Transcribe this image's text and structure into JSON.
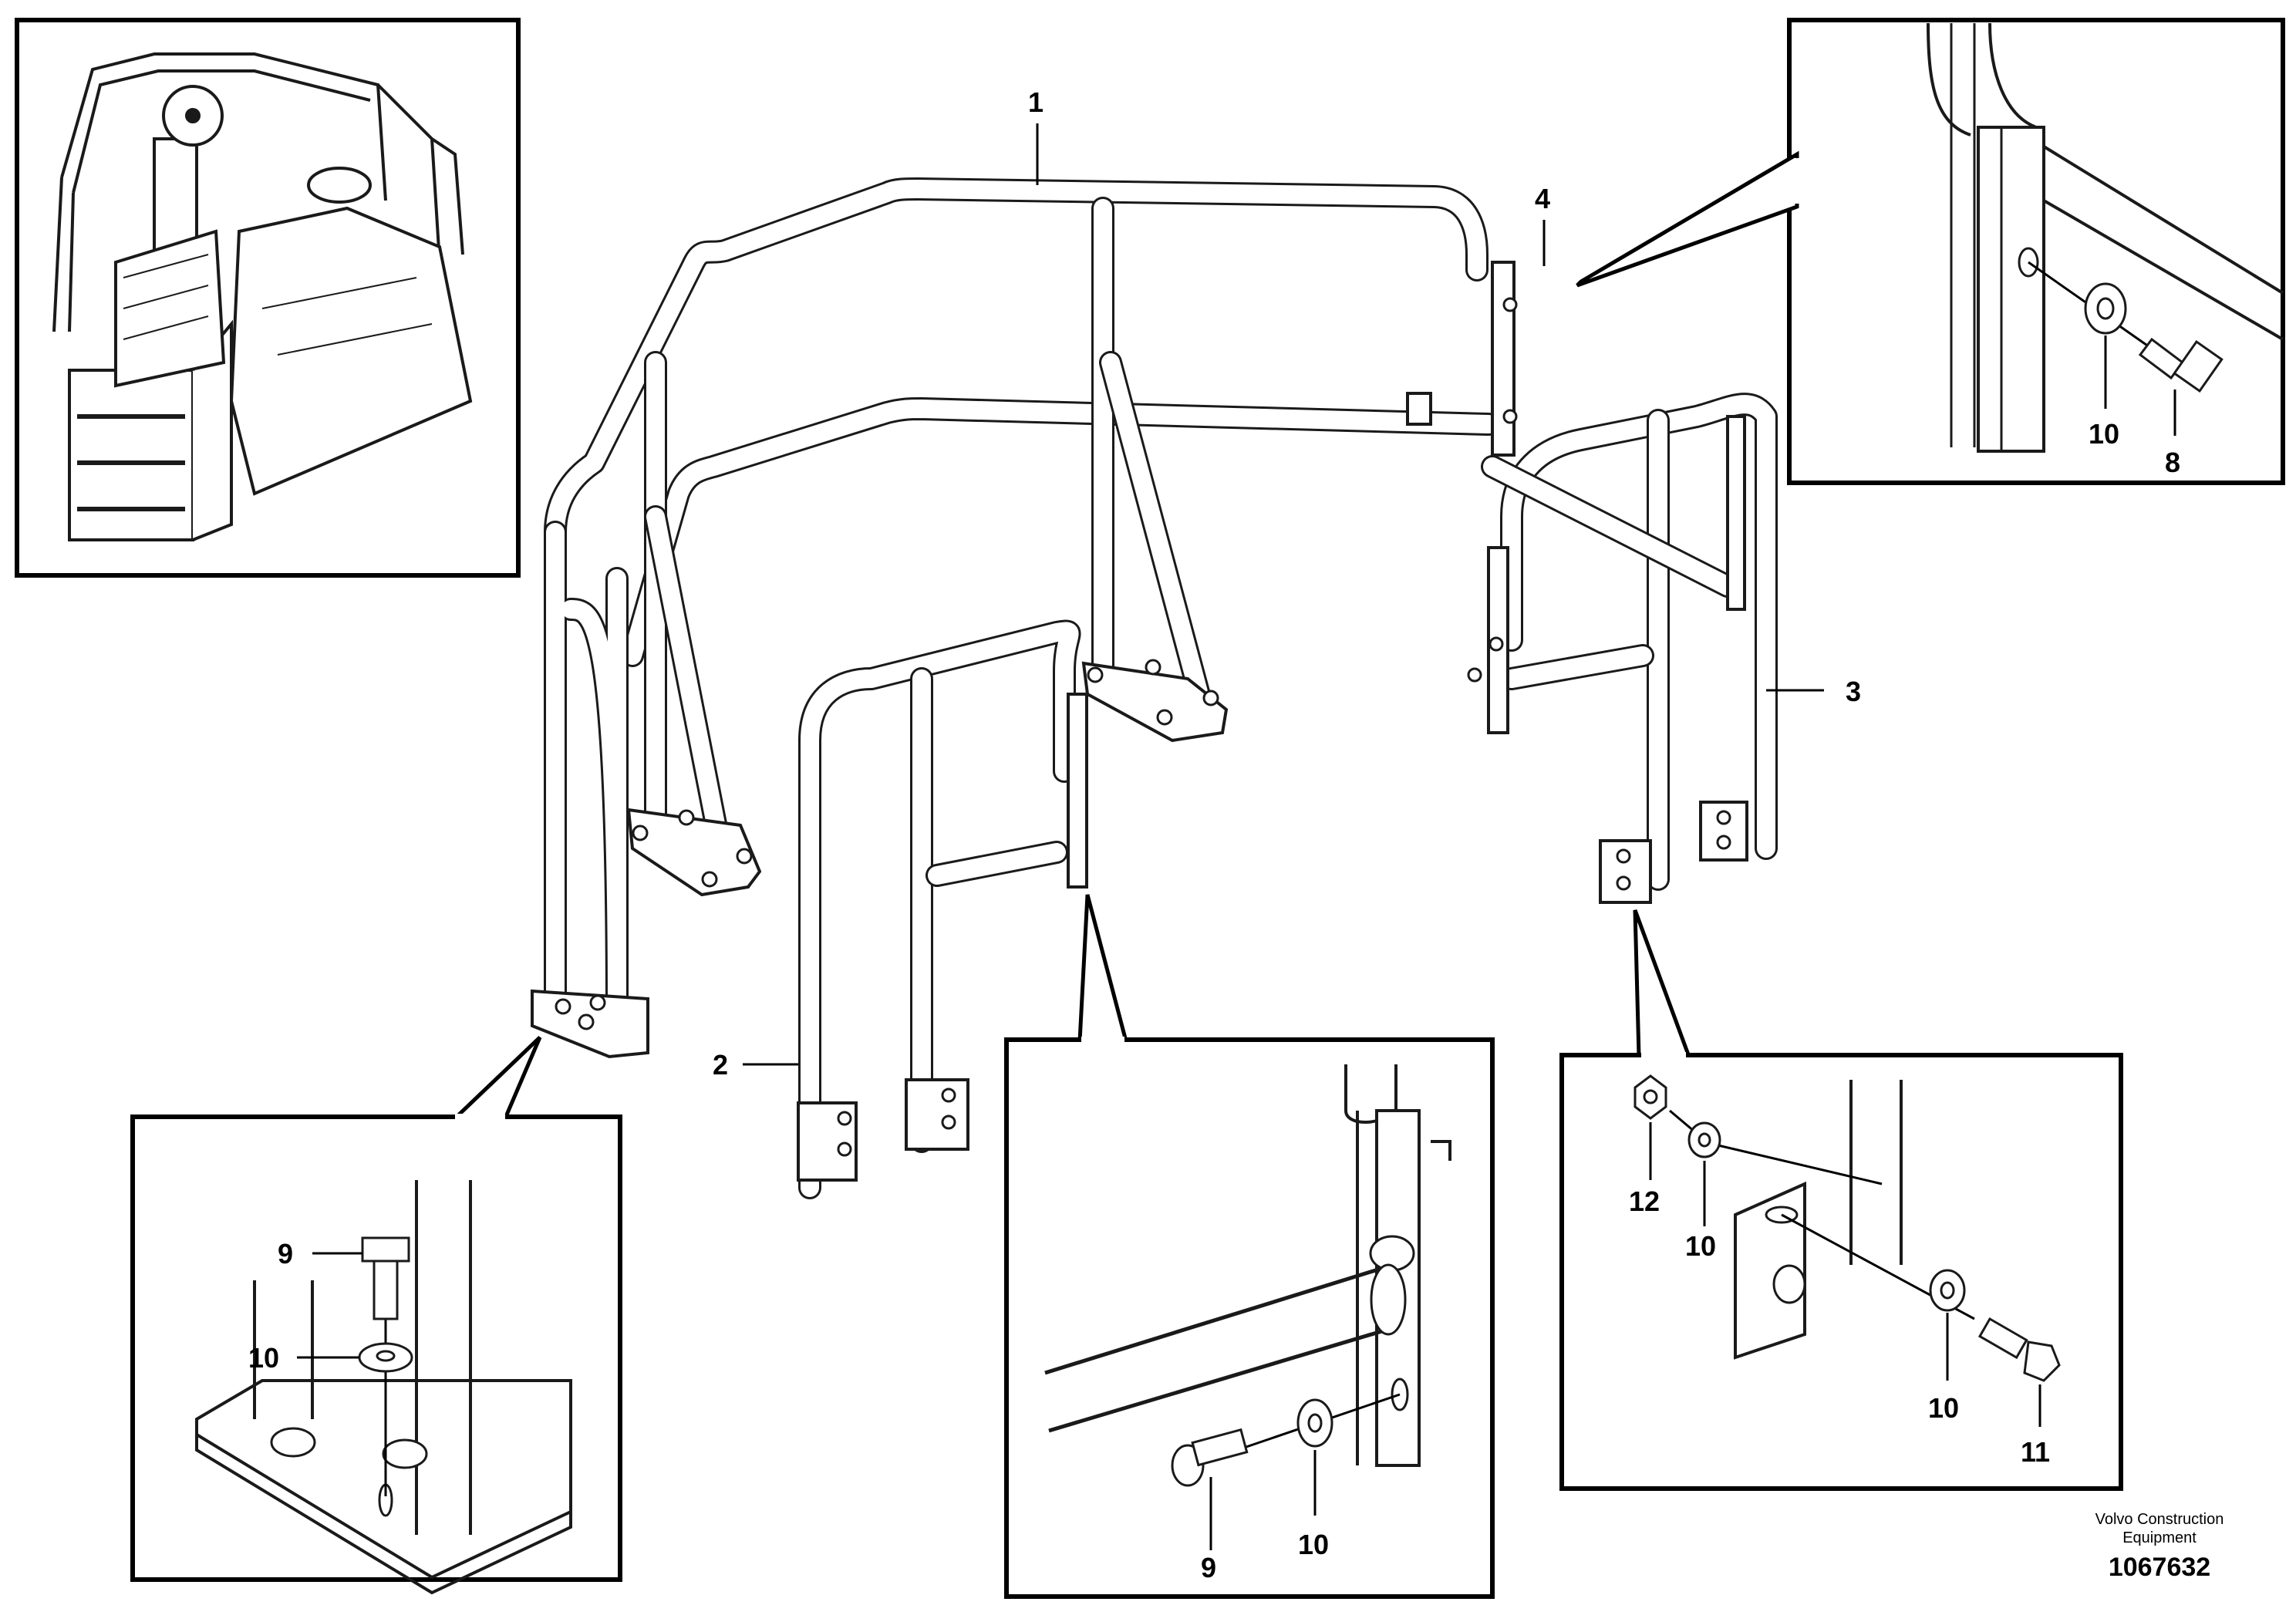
{
  "callouts": {
    "main_1": "1",
    "main_2": "2",
    "main_3": "3",
    "main_4": "4",
    "detail_top_right_washer": "10",
    "detail_top_right_bolt": "8",
    "detail_bottom_left_bolt": "9",
    "detail_bottom_left_washer": "10",
    "detail_center_bolt": "9",
    "detail_center_washer": "10",
    "detail_right_nut": "12",
    "detail_right_washer_top": "10",
    "detail_right_washer_bottom": "10",
    "detail_right_bolt": "11"
  },
  "credit": {
    "line1": "Volvo Construction",
    "line2": "Equipment",
    "number": "1067632"
  }
}
